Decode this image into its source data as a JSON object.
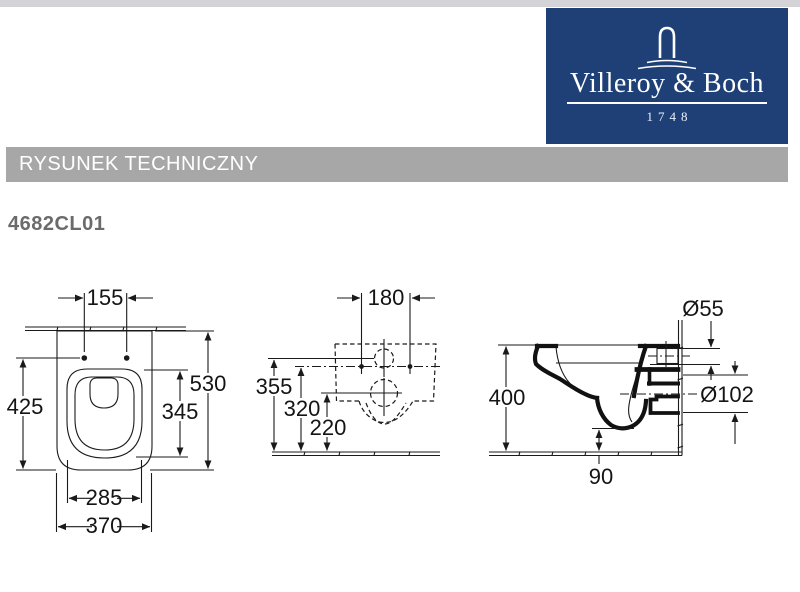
{
  "page": {
    "banner_title": "RYSUNEK TECHNICZNY",
    "product_code": "4682CL01"
  },
  "logo": {
    "icon": "arch-ripples-icon",
    "brand": "Villeroy & Boch",
    "year": "1748"
  },
  "colors": {
    "logo_bg": "#1e4077",
    "banner_bg": "#a7a7a7",
    "top_strip": "#d4d4d8",
    "line": "#1a1a1a",
    "code_text": "#6b6b6b"
  },
  "drawing": {
    "front_view": {
      "dims": {
        "hole_spacing": "155",
        "total_height": "530",
        "inner_height": "345",
        "left_height": "425",
        "inner_width": "285",
        "total_width": "370"
      }
    },
    "rear_view": {
      "dims": {
        "hole_spacing": "180",
        "inlet_height": "355",
        "hole_height": "320",
        "outlet_height": "220"
      }
    },
    "side_view": {
      "dims": {
        "inlet_diameter": "Ø55",
        "depth": "400",
        "outlet_diameter": "Ø102",
        "floor_clearance": "90"
      }
    }
  }
}
